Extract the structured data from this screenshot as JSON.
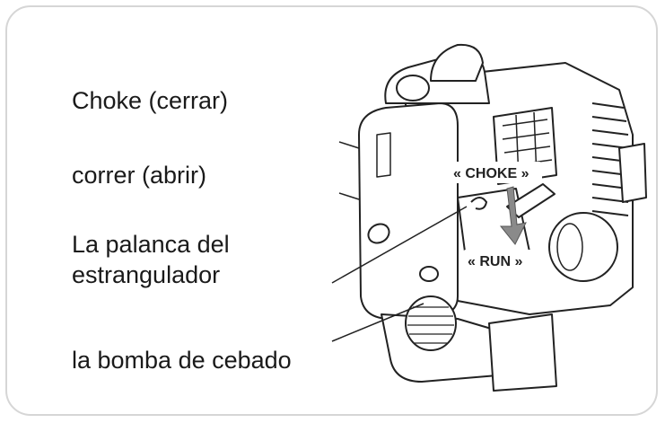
{
  "labels": {
    "choke_closed": "Choke (cerrar)",
    "run_open": "correr (abrir)",
    "choke_lever_line1": "La palanca del",
    "choke_lever_line2": "estrangulador",
    "primer_bulb": "la bomba de cebado"
  },
  "illustration": {
    "choke_tag": "« CHOKE »",
    "run_tag": "« RUN »",
    "arrow_color": "#8a8a8a"
  }
}
